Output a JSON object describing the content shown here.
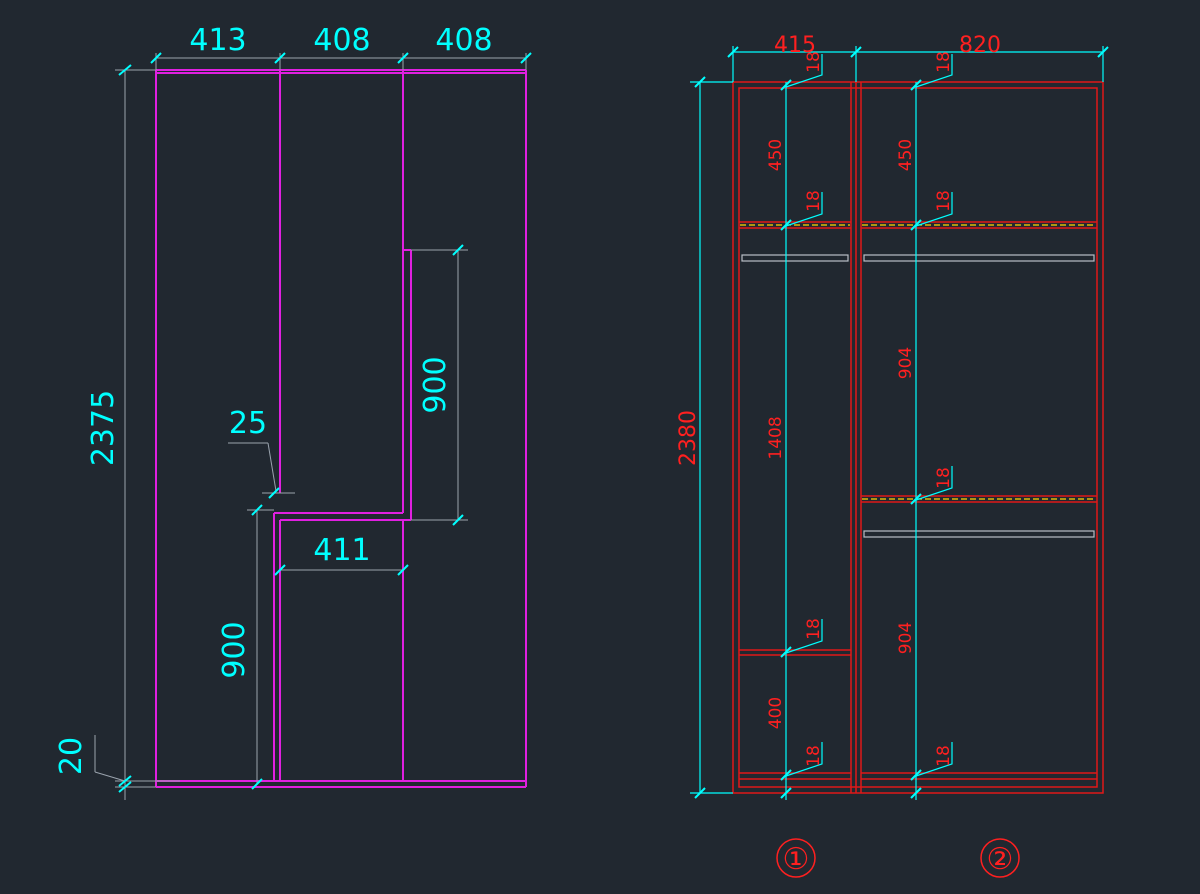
{
  "colors": {
    "background": "#212830",
    "panel_outline": "#e020e0",
    "dimension_line": "#9aa3ad",
    "dimension_text": "#00ffff",
    "cabinet_outline": "#e01818",
    "cabinet_dimension_text": "#ff2020",
    "shelf_highlight": "#ffd700"
  },
  "door_elevation": {
    "widths": [
      "413",
      "408",
      "408"
    ],
    "total_height": "2375",
    "base_height": "20",
    "notch_gap": "25",
    "lower_left_height": "900",
    "upper_right_height": "900",
    "middle_width": "411"
  },
  "cabinet_elevation": {
    "widths": [
      "415",
      "820"
    ],
    "total_height": "2380",
    "left_section": {
      "board_thicknesses": [
        "18",
        "18",
        "18",
        "18"
      ],
      "heights": [
        "450",
        "1408",
        "400"
      ]
    },
    "right_section": {
      "board_thicknesses": [
        "18",
        "18",
        "18",
        "18"
      ],
      "heights": [
        "450",
        "904",
        "904"
      ]
    },
    "section_labels": [
      "①",
      "②"
    ]
  }
}
